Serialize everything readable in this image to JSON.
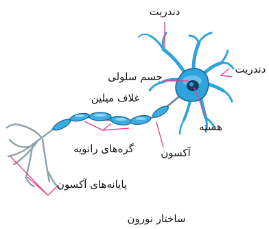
{
  "colors": {
    "cell": "#2ea3dc",
    "cell_dark": "#12628f",
    "cell_light": "#8fd3f4",
    "axon": "#8fa3ad",
    "pointer": "#e8458b",
    "text": "#111111"
  },
  "labels": {
    "dendrite_top": "دندریت",
    "dendrite_right": "دندریت",
    "cell_body": "جسم سلولی",
    "myelin_sheath": "غلاف میلین",
    "nucleus": "هسته",
    "ranvier_nodes": "گره‌های رانویه",
    "axon": "آکسون",
    "axon_terminals": "پایانه‌های آکسون"
  },
  "caption": "ساختار نورون"
}
